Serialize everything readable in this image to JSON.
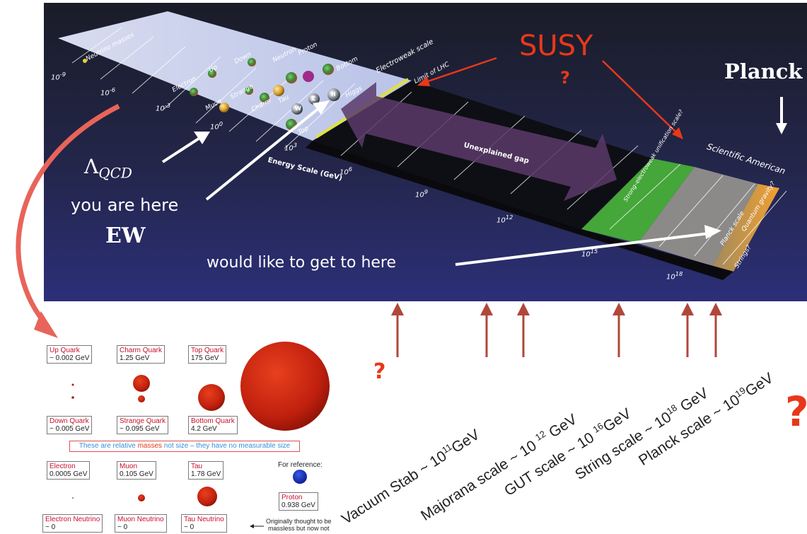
{
  "banner": {
    "susy_label": "SUSY",
    "susy_question": "?",
    "planck_label": "Planck",
    "lambda_qcd": "Λ",
    "lambda_sub": "QCD",
    "you_are_here": "you are here",
    "ew_label": "EW",
    "would_like": "would like to get to here",
    "scientific_american": "Scientific American",
    "unexplained_gap": "Unexplained gap",
    "energy_scale": "Energy Scale (GeV)",
    "electroweak_scale": "Electroweak scale",
    "limit_lhc": "Limit of LHC",
    "neutrino_masses": "Neutrino masses",
    "strong_ew": "Strong–electroweak unification scale?",
    "planck_scale": "Planck scale",
    "strings": "Strings?",
    "quantum_gravity": "Quantum gravity?",
    "exp_labels": [
      "10",
      "10",
      "10",
      "10",
      "10",
      "10",
      "10",
      "10",
      "10"
    ],
    "exp_powers": [
      "-9",
      "-6",
      "-3",
      "0",
      "3",
      "6",
      "9",
      "12",
      "15"
    ],
    "exp_18": "10",
    "exp_18_power": "18",
    "particles": {
      "electron": "Electron",
      "up": "Up",
      "down": "Down",
      "neutron": "Neutron",
      "proton": "Proton",
      "bottom": "Bottom",
      "muon": "Muon",
      "strange": "Strange",
      "charm": "Charm",
      "tau": "Tau",
      "top": "Top",
      "higgs": "Higgs",
      "w": "W",
      "z": "Z",
      "h": "H"
    }
  },
  "scales": [
    {
      "name": "Vacuum Stab ~ 10",
      "power": "11",
      "unit": "GeV"
    },
    {
      "name": "Majorana scale ~ 10 ",
      "power": "12",
      "unit": " GeV"
    },
    {
      "name": "GUT scale ~ 10 ",
      "power": "16",
      "unit": "GeV"
    },
    {
      "name": "String scale ~ 10",
      "power": "18",
      "unit": " GeV"
    },
    {
      "name": "Planck scale ~ 10",
      "power": "19",
      "unit": "GeV"
    }
  ],
  "question_marks": [
    "?",
    "?"
  ],
  "masses": {
    "quarks_top": [
      {
        "name": "Up Quark",
        "mass": "~ 0.002 GeV"
      },
      {
        "name": "Charm Quark",
        "mass": "1.25 GeV"
      },
      {
        "name": "Top Quark",
        "mass": "175 GeV"
      }
    ],
    "quarks_bottom": [
      {
        "name": "Down Quark",
        "mass": "~ 0.005 GeV"
      },
      {
        "name": "Strange Quark",
        "mass": "~ 0.095 GeV"
      },
      {
        "name": "Bottom Quark",
        "mass": "4.2 GeV"
      }
    ],
    "note_before": "These are relative ",
    "note_highlight": "masses",
    "note_after": " not size – they have no measurable size",
    "leptons": [
      {
        "name": "Electron",
        "mass": "0.0005 GeV"
      },
      {
        "name": "Muon",
        "mass": "0.105 GeV"
      },
      {
        "name": "Tau",
        "mass": "1.78 GeV"
      }
    ],
    "neutrinos": [
      {
        "name": "Electron Neutrino",
        "mass": "~ 0"
      },
      {
        "name": "Muon Neutrino",
        "mass": "~ 0"
      },
      {
        "name": "Tau Neutrino",
        "mass": "~ 0"
      }
    ],
    "for_reference": "For reference:",
    "proton_name": "Proton",
    "proton_mass": "0.938 GeV",
    "orig_line1": "Originally thought to be",
    "orig_line2": "massless but now not"
  },
  "colors": {
    "susy_red": "#e8381a",
    "arrow_red": "#b0473a",
    "curve_red": "#e8645a",
    "particle_red": "#c8102e",
    "note_blue": "#3a8fd8"
  }
}
